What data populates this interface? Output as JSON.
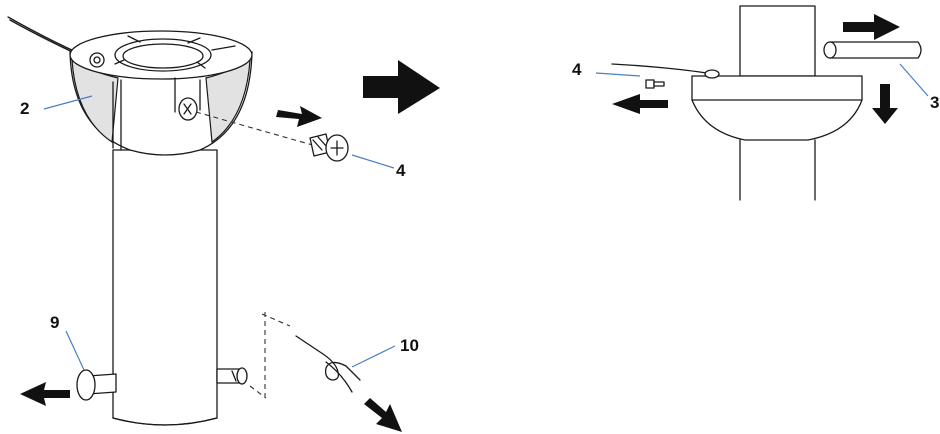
{
  "labels": {
    "part_2": "2",
    "part_4_left": "4",
    "part_9": "9",
    "part_10": "10",
    "part_4_right": "4",
    "part_3": "3"
  },
  "colors": {
    "ink": "#1a1a1a",
    "leader": "#4a7fc1",
    "arrow": "#111111",
    "shade": "#e2e2e2"
  }
}
